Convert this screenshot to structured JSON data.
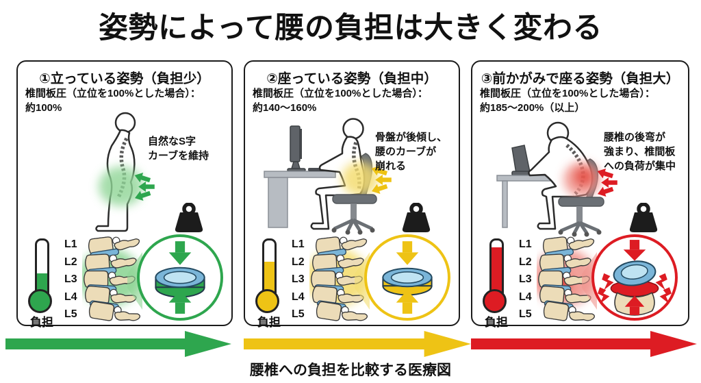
{
  "title": "姿勢によって腰の負担は大きく変わる",
  "caption": "腰椎への負担を比較する医療図",
  "palette": {
    "green": "#2ea64e",
    "yellow": "#eec315",
    "red": "#dd1c23",
    "bone": "#ecdcb8",
    "bone_line": "#3a3a3a",
    "disc_blue": "#7ab5d8",
    "disc_blue_light": "#bfe3f2"
  },
  "panels": [
    {
      "heading": "①立っている姿勢（負担少）",
      "pressure_line1": "椎間板圧（立位を100%とした場合）：",
      "pressure_line2": "約100%",
      "annotation": "自然なS字\nカーブを維持",
      "figure": "standing-person",
      "load_label": "負担",
      "load_level_pct": 42,
      "accent": "#2ea64e",
      "glow": "#8fd596",
      "spine_labels": [
        "L1",
        "L2",
        "L3",
        "L4",
        "L5"
      ]
    },
    {
      "heading": "②座っている姿勢（負担中）",
      "pressure_line1": "椎間板圧（立位を100%とした場合）：",
      "pressure_line2": "約140〜160%",
      "annotation": "骨盤が後傾し、\n腰のカーブが\n崩れる",
      "figure": "person-sitting-at-desk",
      "load_label": "負担",
      "load_level_pct": 62,
      "accent": "#eec315",
      "glow": "#f4dd72",
      "spine_labels": [
        "L1",
        "L2",
        "L3",
        "L4",
        "L5"
      ]
    },
    {
      "heading": "③前かがみで座る姿勢（負担大）",
      "pressure_line1": "椎間板圧（立位を100%とした場合）：",
      "pressure_line2": "約185〜200%（以上）",
      "annotation": "腰椎の後弯が\n強まり、椎間板\nへの負荷が集中",
      "figure": "hunched-person-at-laptop",
      "load_label": "負担",
      "load_level_pct": 88,
      "accent": "#dd1c23",
      "glow": "#f0968f",
      "spine_labels": [
        "L1",
        "L2",
        "L3",
        "L4",
        "L5"
      ]
    }
  ]
}
